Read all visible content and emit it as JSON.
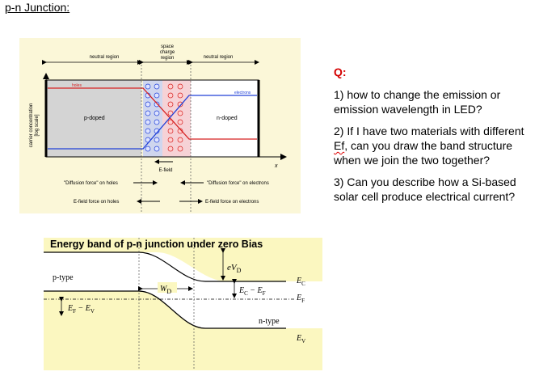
{
  "title": "p-n Junction:",
  "pn_diagram": {
    "neutral_left": "neutral region",
    "space_charge": [
      "space",
      "charge",
      "region"
    ],
    "neutral_right": "neutral region",
    "holes": "holes",
    "electrons": "electrons",
    "p_doped": "p-doped",
    "n_doped": "n-doped",
    "y_axis": [
      "carrier concentration",
      "[log scale]"
    ],
    "x_axis": "x",
    "efield": "E-field",
    "diffusion_holes": "\"Diffusion force\" on holes",
    "diffusion_electrons": "\"Diffusion force\" on electrons",
    "efield_holes": "E-field force on holes",
    "efield_electrons": "E-field force on electrons",
    "colors": {
      "holes": "#d62020",
      "electrons": "#2040d8",
      "depletion_p": "#cfd6ee",
      "depletion_n": "#f6d2d6",
      "background": "#fbf7d8"
    }
  },
  "band_diagram": {
    "title": "Energy band of p-n junction under zero Bias",
    "p_type": "p-type",
    "n_type": "n-type",
    "evd": "eV",
    "evd_sub": "D",
    "wd": "W",
    "wd_sub": "D",
    "ec": "E",
    "ec_sub": "C",
    "ef": "E",
    "ef_sub": "F",
    "ev": "E",
    "ev_sub": "V",
    "ec_minus_ef": [
      "E",
      "C",
      " − E",
      "F"
    ],
    "ef_minus_ev": [
      "E",
      "F",
      " − E",
      "V"
    ]
  },
  "qa": {
    "heading": "Q:",
    "q1": "1) how to change the emission or emission wavelength in LED?",
    "q2_before": "2) If I have two materials with different ",
    "q2_ef": "Ef",
    "q2_after": ", can you draw the band structure when we join the two together?",
    "q3": "3) Can you describe how a Si-based solar cell produce electrical current?"
  }
}
